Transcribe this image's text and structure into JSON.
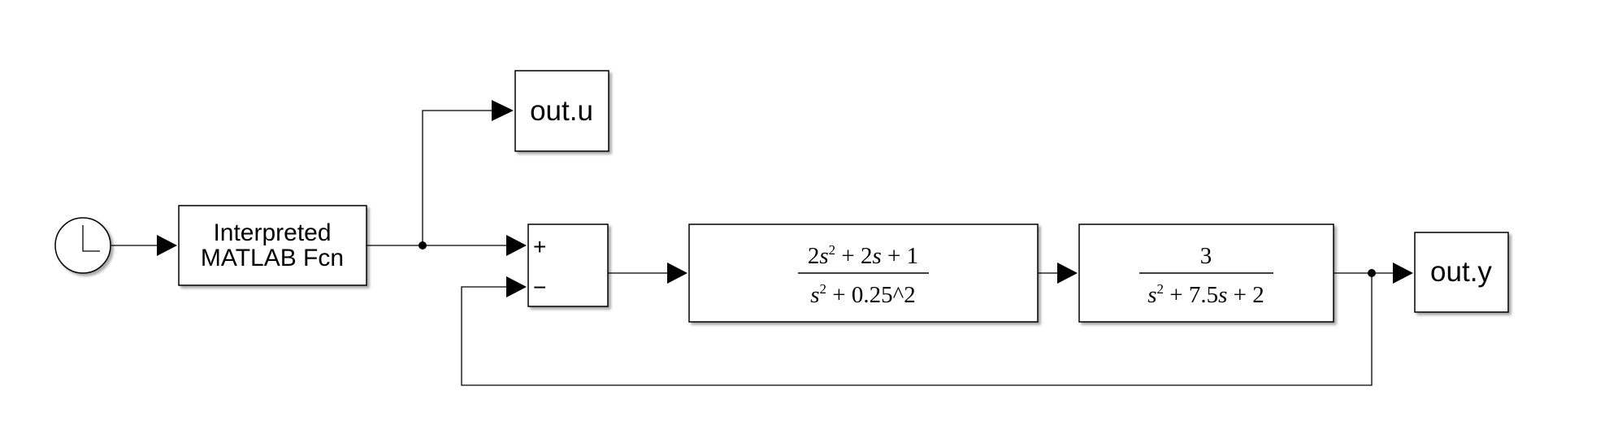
{
  "blocks": {
    "clock": {
      "icon": "clock-icon"
    },
    "interpreted_fcn": {
      "line1": "Interpreted",
      "line2": "MATLAB Fcn"
    },
    "out_u": {
      "label": "out.u"
    },
    "sum": {
      "plus_sign": "+",
      "minus_sign": "−"
    },
    "tf1": {
      "num": {
        "c1": "2",
        "var": "s",
        "exp": "2",
        "rest": " + 2",
        "var2": "s",
        "tail": " + 1"
      },
      "den": {
        "var": "s",
        "exp": "2",
        "tail": " + 0.25^2"
      }
    },
    "tf2": {
      "num": "3",
      "den": {
        "var": "s",
        "exp": "2",
        "mid": " + 7.5",
        "var2": "s",
        "tail": " + 2"
      }
    },
    "out_y": {
      "label": "out.y"
    }
  }
}
